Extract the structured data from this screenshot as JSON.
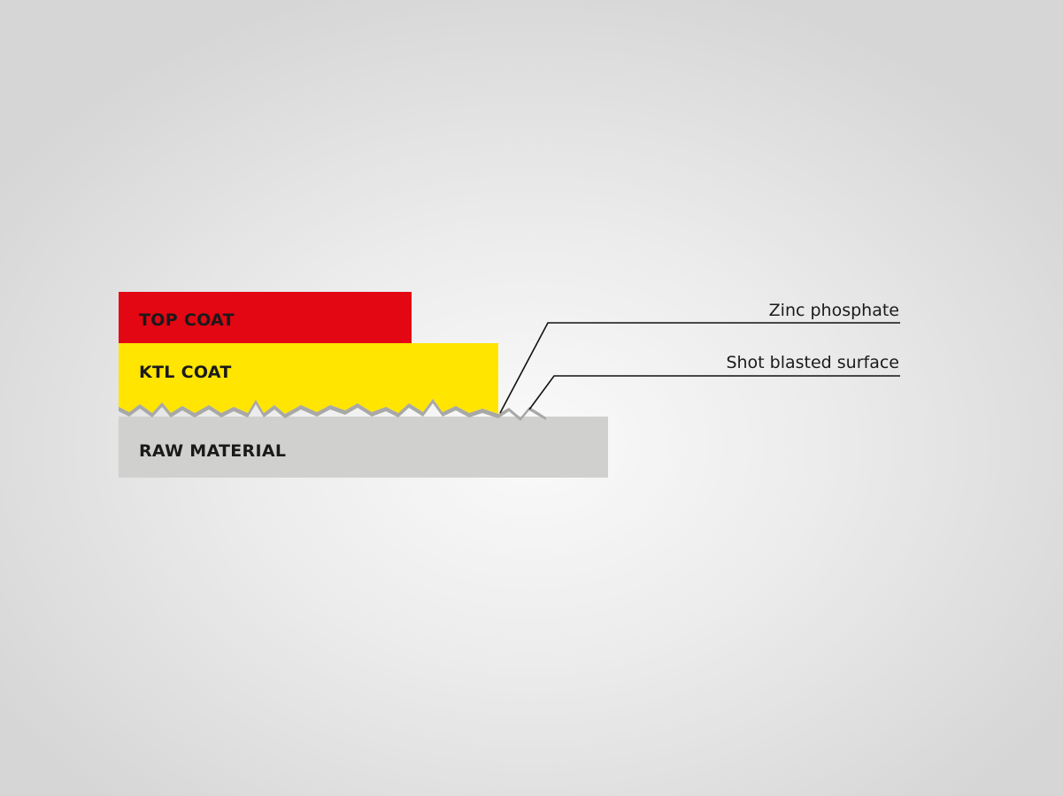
{
  "layers": {
    "top_coat": {
      "label": "TOP COAT",
      "color": "#e30613"
    },
    "ktl_coat": {
      "label": "KTL COAT",
      "color": "#ffe500"
    },
    "raw_material": {
      "label": "RAW MATERIAL",
      "color": "#d0d0ce"
    },
    "zinc_phosphate_color": "#a8a8a6"
  },
  "callouts": {
    "zinc_phosphate": "Zinc phosphate",
    "shot_blasted_surface": "Shot blasted surface"
  }
}
